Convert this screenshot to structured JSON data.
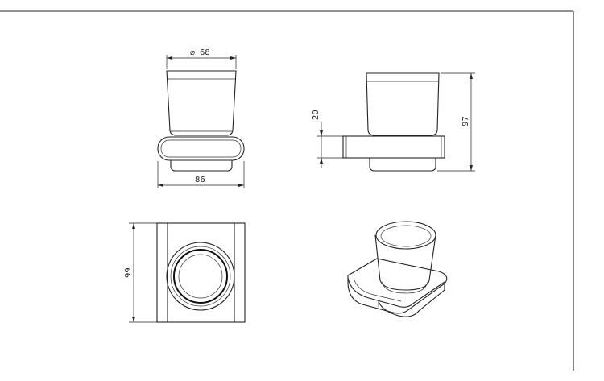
{
  "dimensions": {
    "cup_diameter": "68",
    "base_width": "86",
    "projection_height": "20",
    "total_height": "97",
    "plate_height": "99"
  },
  "icons": {
    "diameter_symbol": "⌀"
  }
}
